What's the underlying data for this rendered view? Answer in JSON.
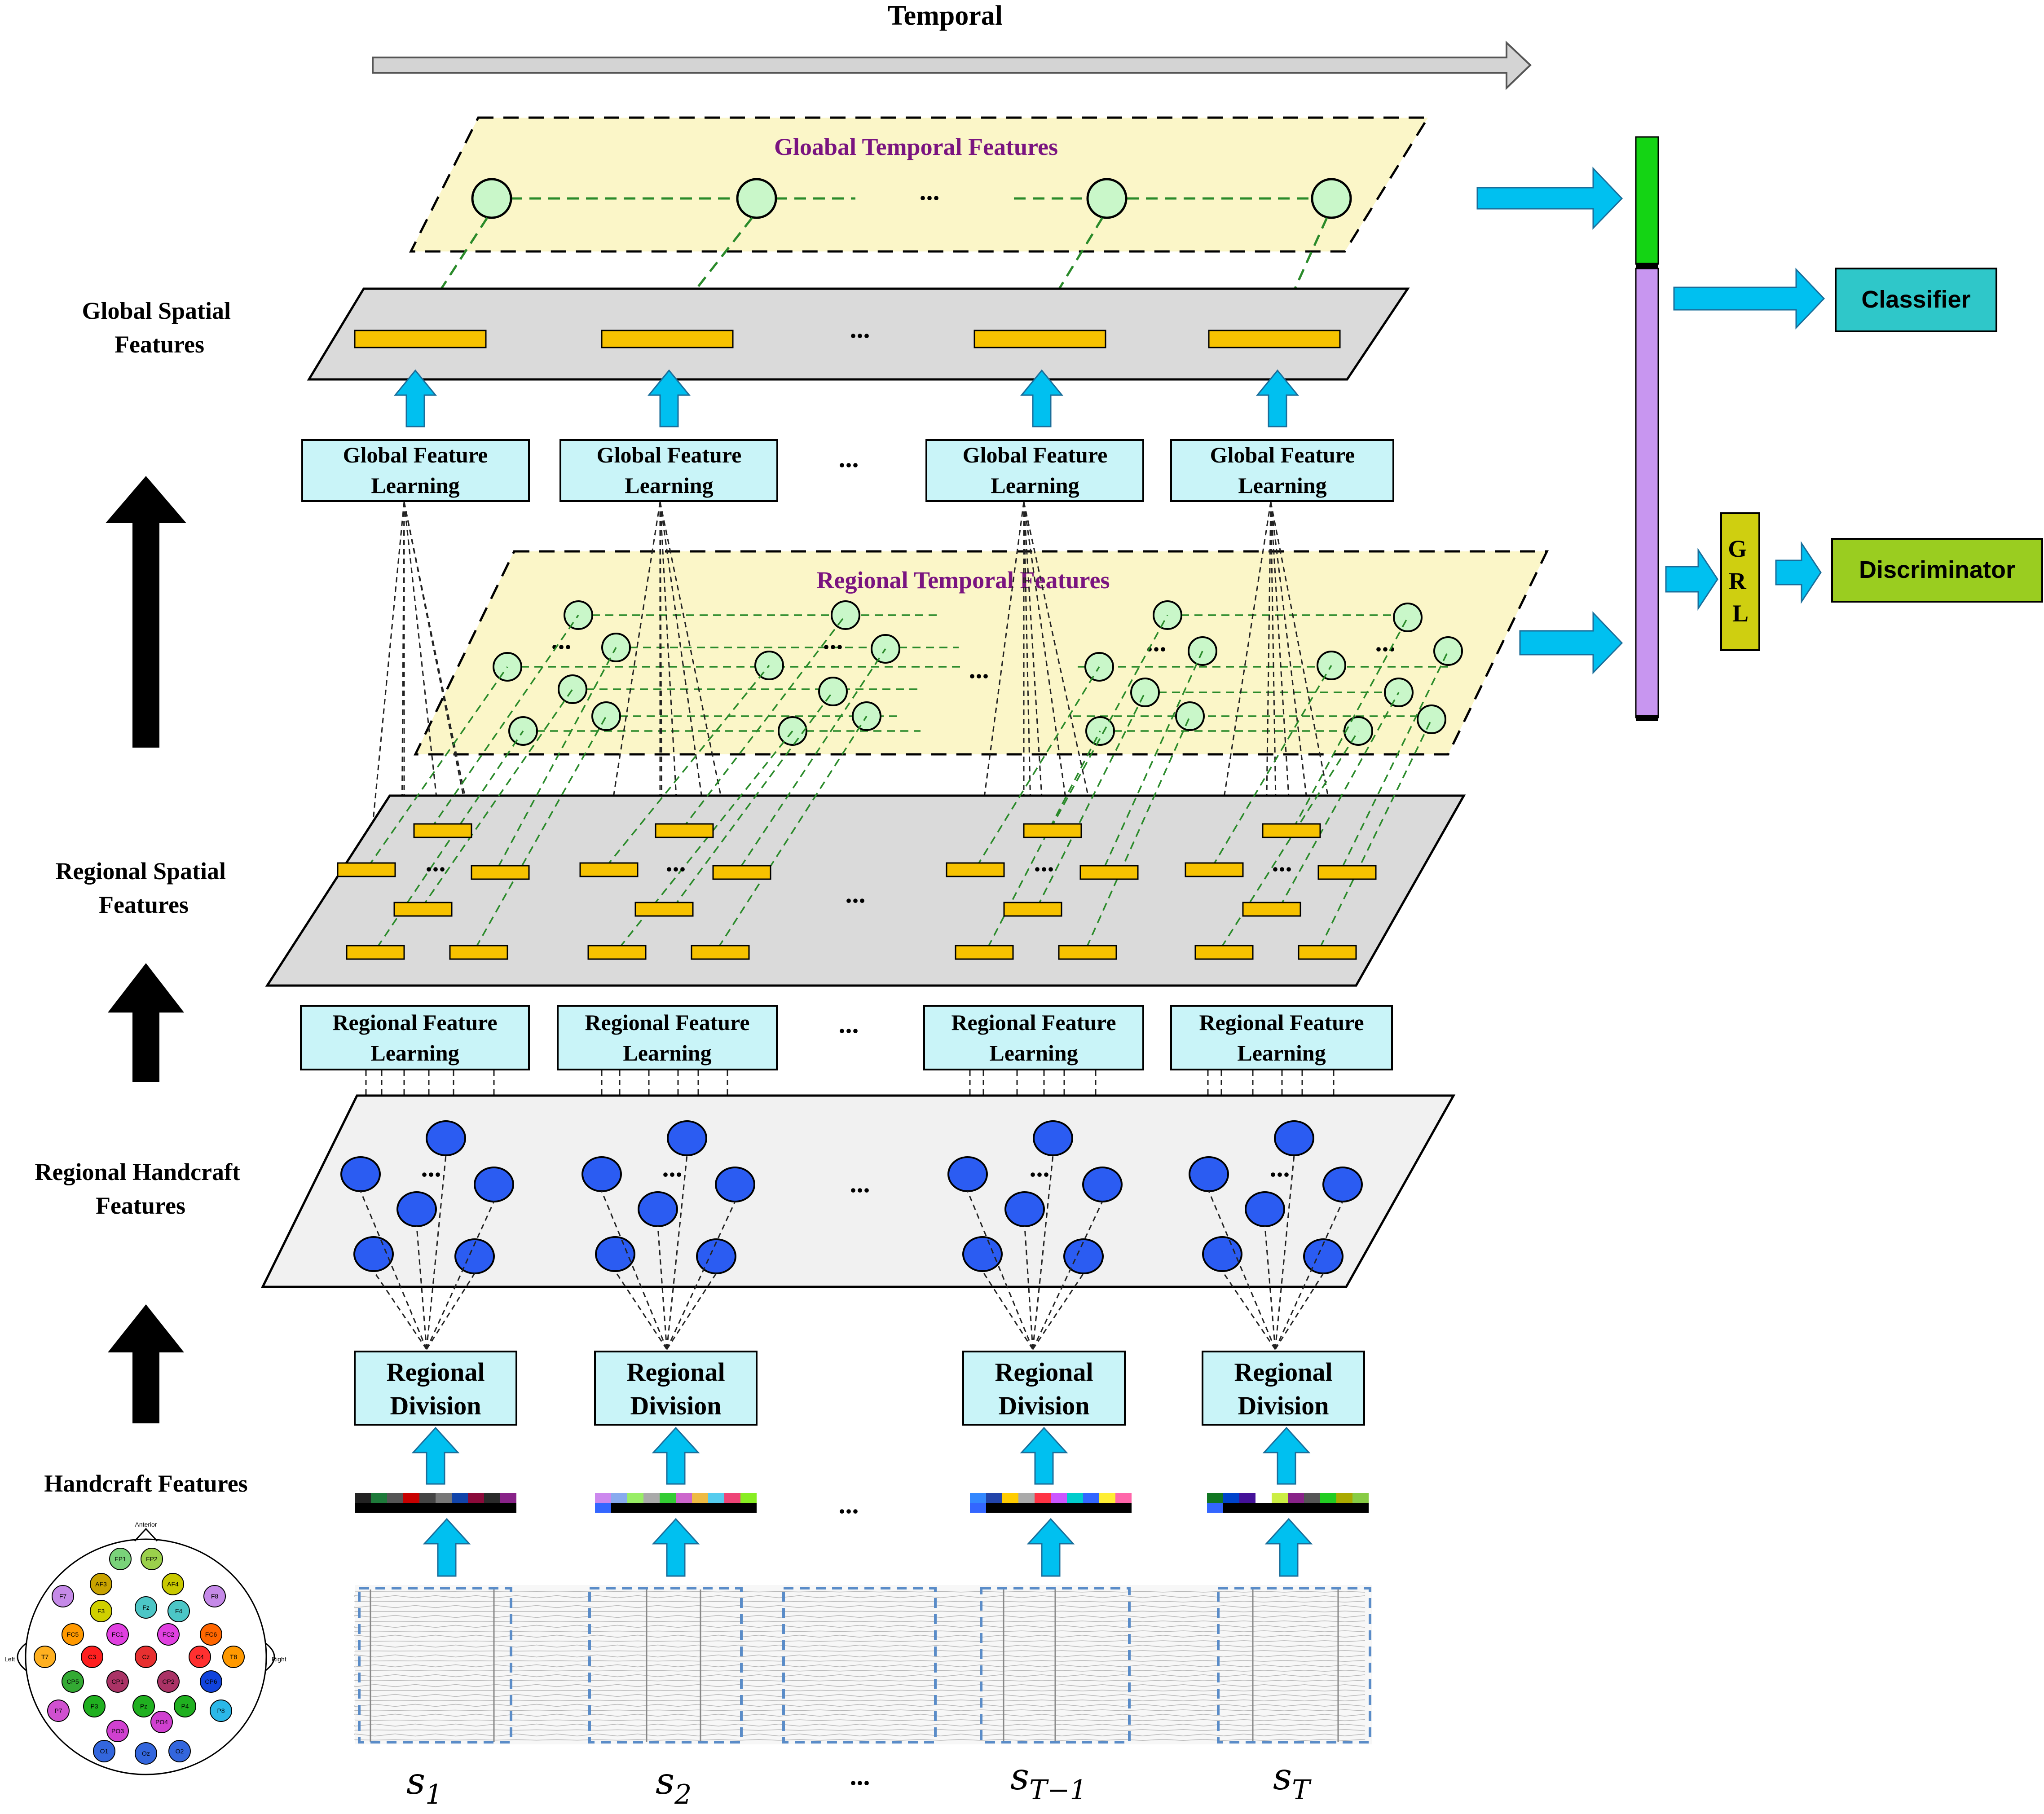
{
  "header": {
    "temporal": "Temporal"
  },
  "layers": {
    "global_temporal": "Gloabal Temporal Features",
    "regional_temporal": "Regional Temporal Features"
  },
  "side_labels": {
    "global_spatial": [
      "Global Spatial",
      "Features"
    ],
    "regional_spatial": [
      "Regional Spatial",
      "Features"
    ],
    "regional_handcraft": [
      "Regional Handcraft",
      "Features"
    ],
    "handcraft": "Handcraft Features"
  },
  "boxes": {
    "global_learning": [
      [
        "Global Feature",
        "Learning"
      ],
      [
        "Global  Feature",
        "Learning"
      ],
      [
        "Global  Feature",
        "Learning"
      ],
      [
        "Global Feature",
        "Learning"
      ]
    ],
    "regional_learning": [
      "Regional Feature",
      "Learning"
    ],
    "regional_division": [
      "Regional",
      "Division"
    ]
  },
  "outputs": {
    "classifier": "Classifier",
    "discriminator": "Discriminator",
    "grl": [
      "G",
      "R",
      "L"
    ]
  },
  "ellipsis": "...",
  "segments": [
    {
      "base": "s",
      "sub": "1"
    },
    {
      "base": "s",
      "sub": "2"
    },
    {
      "base": "s",
      "sub": "T−1"
    },
    {
      "base": "s",
      "sub": "T"
    }
  ],
  "head_map": {
    "anterior": "Anterior",
    "left": "Left",
    "right": "Right",
    "electrodes": [
      "FP1",
      "FP2",
      "AF3",
      "AF4",
      "F7",
      "F3",
      "Fz",
      "F4",
      "F8",
      "FC5",
      "FC1",
      "FC2",
      "FC6",
      "T7",
      "C3",
      "Cz",
      "C4",
      "T8",
      "CP5",
      "CP1",
      "CP2",
      "CP6",
      "P7",
      "P3",
      "Pz",
      "P4",
      "P8",
      "PO3",
      "PO4",
      "O1",
      "Oz",
      "O2"
    ]
  },
  "colors": {
    "cyan_box": "#c9f4f8",
    "arrow_cyan": "#00c0f0",
    "yellow_plane": "#fbf6c8",
    "gray_plane": "#dadada",
    "light_plane": "#f1f1f1",
    "orange_bar": "#f7c200",
    "green_node": "#c9f7c9",
    "blue_node": "#2b5cf2",
    "green_bar": "#14d414",
    "purple_bar": "#c896f0",
    "classifier": "#2fc7c9",
    "discriminator": "#9acd20",
    "grl": "#cfcf10",
    "title_purple": "#7a1480"
  }
}
